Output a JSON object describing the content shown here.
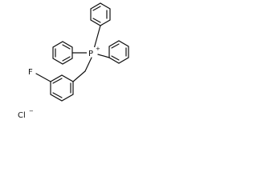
{
  "molecule": {
    "phosphorus": "P",
    "phosphorus_charge": "+",
    "fluorine": "F",
    "chloride": "Cl",
    "chloride_charge": "−"
  }
}
